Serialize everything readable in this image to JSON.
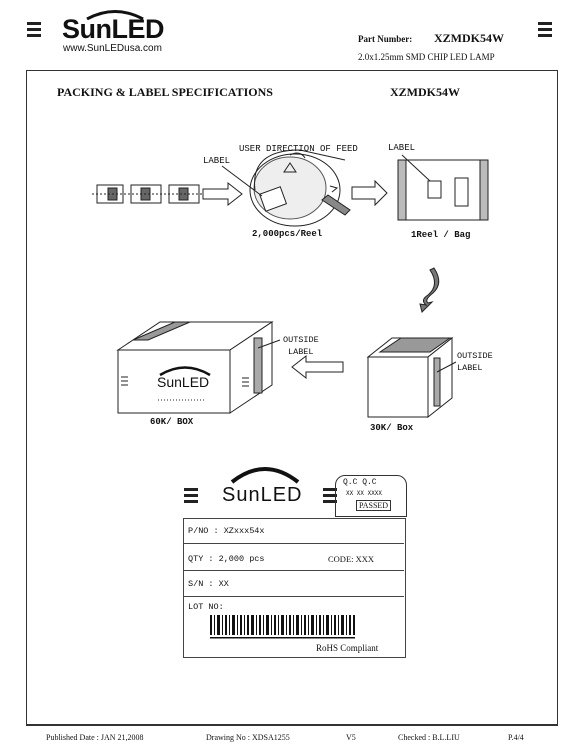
{
  "header": {
    "logo_text": "SunLED",
    "website": "www.SunLEDusa.com",
    "part_number_label": "Part Number:",
    "part_number": "XZMDK54W",
    "subtitle": "2.0x1.25mm SMD CHIP  LED  LAMP"
  },
  "section": {
    "title": "PACKING & LABEL SPECIFICATIONS",
    "part": "XZMDK54W"
  },
  "diagram": {
    "user_direction": "USER DIRECTION OF FEED",
    "label_reel": "LABEL",
    "label_bag": "LABEL",
    "reel_caption": "2,000pcs/Reel",
    "bag_caption": "1Reel / Bag",
    "outside_label_big": [
      "OUTSIDE",
      "LABEL"
    ],
    "outside_label_small": [
      "OUTSIDE",
      "LABEL"
    ],
    "box_logo": "SunLED",
    "big_box_caption": "60K/ BOX",
    "small_box_caption": "30K/ Box"
  },
  "label_card": {
    "logo": "SunLED",
    "qc_title": "Q.C  Q.C",
    "qc_code": "XX  XX  XXXX",
    "qc_passed": "PASSED",
    "pno": "P/NO :  XZxxx54x",
    "qty": "QTY :   2,000  pcs",
    "code": "CODE: XXX",
    "sn": "S/N :  XX",
    "lot": "LOT NO:",
    "rohs": "RoHS  Compliant"
  },
  "footer": {
    "published": "Published Date : JAN 21,2008",
    "drawing": "Drawing No : XDSA1255",
    "version": "V5",
    "checked": "Checked : B.L.LIU",
    "page": "P.4/4"
  }
}
